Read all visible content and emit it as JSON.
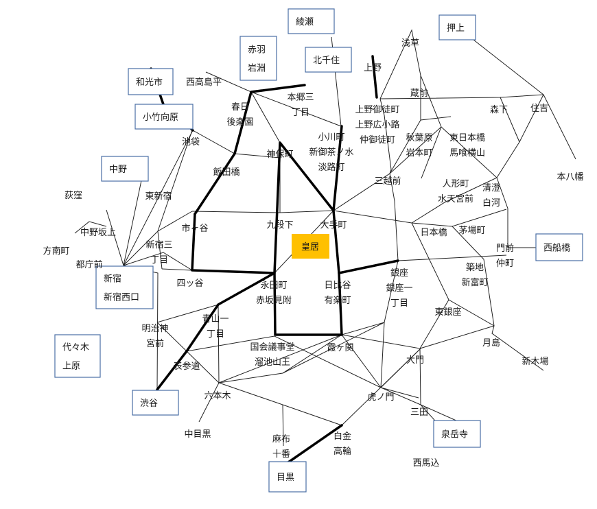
{
  "palace": {
    "label": "皇居",
    "color": "#FFC000"
  },
  "colors": {
    "box_border": "#4a6fa5",
    "line": "#222222",
    "thick_line": "#000000"
  },
  "boxed_stations": [
    {
      "id": "wakoshi",
      "lines": [
        "和光市"
      ]
    },
    {
      "id": "kotakemukaihara",
      "lines": [
        "小竹向原"
      ]
    },
    {
      "id": "akabane",
      "lines": [
        "赤羽",
        "岩淵"
      ]
    },
    {
      "id": "ayase",
      "lines": [
        "綾瀬"
      ]
    },
    {
      "id": "kitasenju",
      "lines": [
        "北千住"
      ]
    },
    {
      "id": "oshiage",
      "lines": [
        "押上"
      ]
    },
    {
      "id": "nakano",
      "lines": [
        "中野"
      ]
    },
    {
      "id": "nishifunabashi",
      "lines": [
        "西船橋"
      ]
    },
    {
      "id": "shinjuku",
      "lines": [
        "新宿",
        "新宿西口"
      ]
    },
    {
      "id": "yoyogiuehara",
      "lines": [
        "代々木",
        "上原"
      ]
    },
    {
      "id": "shibuya",
      "lines": [
        "渋谷"
      ]
    },
    {
      "id": "sengakuji",
      "lines": [
        "泉岳寺"
      ]
    },
    {
      "id": "meguro",
      "lines": [
        "目黒"
      ]
    }
  ],
  "stations": [
    {
      "id": "nishitakashimadaira",
      "lines": [
        "西高島平"
      ]
    },
    {
      "id": "kasuga",
      "lines": [
        "春日",
        "後楽園"
      ]
    },
    {
      "id": "hongo",
      "lines": [
        "本郷三",
        "丁目"
      ]
    },
    {
      "id": "ueno",
      "lines": [
        "上野"
      ]
    },
    {
      "id": "asakusa",
      "lines": [
        "浅草"
      ]
    },
    {
      "id": "kuramae",
      "lines": [
        "蔵前"
      ]
    },
    {
      "id": "morishita",
      "lines": [
        "森下"
      ]
    },
    {
      "id": "sumiyoshi",
      "lines": [
        "住吉"
      ]
    },
    {
      "id": "motoyawata",
      "lines": [
        "本八幡"
      ]
    },
    {
      "id": "uenookachimachi",
      "lines": [
        "上野御徒町",
        "上野広小路",
        "仲御徒町"
      ]
    },
    {
      "id": "akihabara",
      "lines": [
        "秋葉原",
        "岩本町"
      ]
    },
    {
      "id": "higashinihombashi",
      "lines": [
        "東日本橋",
        "馬喰横山"
      ]
    },
    {
      "id": "ogawamachi",
      "lines": [
        "小川町",
        "新御茶ノ水",
        "淡路町"
      ]
    },
    {
      "id": "jimbocho",
      "lines": [
        "神保町"
      ]
    },
    {
      "id": "ikebukuro",
      "lines": [
        "池袋"
      ]
    },
    {
      "id": "iidabashi",
      "lines": [
        "飯田橋"
      ]
    },
    {
      "id": "ogikubo",
      "lines": [
        "荻窪"
      ]
    },
    {
      "id": "higashishinjuku",
      "lines": [
        "東新宿"
      ]
    },
    {
      "id": "nakanosakaue",
      "lines": [
        "中野坂上"
      ]
    },
    {
      "id": "honancho",
      "lines": [
        "方南町"
      ]
    },
    {
      "id": "tochomae",
      "lines": [
        "都庁前"
      ]
    },
    {
      "id": "shinjukusanchome",
      "lines": [
        "新宿三",
        "丁目"
      ]
    },
    {
      "id": "ichigaya",
      "lines": [
        "市ヶ谷"
      ]
    },
    {
      "id": "kudanshita",
      "lines": [
        "九段下"
      ]
    },
    {
      "id": "otemachi",
      "lines": [
        "大手町"
      ]
    },
    {
      "id": "mitsukoshimae",
      "lines": [
        "三越前"
      ]
    },
    {
      "id": "ningyocho",
      "lines": [
        "人形町",
        "水天宮前"
      ]
    },
    {
      "id": "kiyosumi",
      "lines": [
        "清澄",
        "白河"
      ]
    },
    {
      "id": "nihombashi",
      "lines": [
        "日本橋"
      ]
    },
    {
      "id": "kayabacho",
      "lines": [
        "茅場町"
      ]
    },
    {
      "id": "monzennakacho",
      "lines": [
        "門前",
        "仲町"
      ]
    },
    {
      "id": "yotsuya",
      "lines": [
        "四ッ谷"
      ]
    },
    {
      "id": "nagatacho",
      "lines": [
        "永田町",
        "赤坂見附"
      ]
    },
    {
      "id": "hibiya",
      "lines": [
        "日比谷",
        "有楽町"
      ]
    },
    {
      "id": "ginza",
      "lines": [
        "銀座",
        "銀座一",
        "丁目"
      ]
    },
    {
      "id": "tsukiji",
      "lines": [
        "築地",
        "新富町"
      ]
    },
    {
      "id": "higashiginza",
      "lines": [
        "東銀座"
      ]
    },
    {
      "id": "aoyama",
      "lines": [
        "青山一",
        "丁目"
      ]
    },
    {
      "id": "meijijingumae",
      "lines": [
        "明治神",
        "宮前"
      ]
    },
    {
      "id": "omotesando",
      "lines": [
        "表参道"
      ]
    },
    {
      "id": "kokkaigijidomae",
      "lines": [
        "国会議事堂",
        "溜池山王"
      ]
    },
    {
      "id": "kasumigaseki",
      "lines": [
        "霞ヶ関"
      ]
    },
    {
      "id": "tsukishima",
      "lines": [
        "月島"
      ]
    },
    {
      "id": "shinkiba",
      "lines": [
        "新木場"
      ]
    },
    {
      "id": "daimon",
      "lines": [
        "大門"
      ]
    },
    {
      "id": "roppongi",
      "lines": [
        "六本木"
      ]
    },
    {
      "id": "toranomon",
      "lines": [
        "虎ノ門"
      ]
    },
    {
      "id": "mita",
      "lines": [
        "三田"
      ]
    },
    {
      "id": "nakameguro",
      "lines": [
        "中目黒"
      ]
    },
    {
      "id": "azabujuban",
      "lines": [
        "麻布",
        "十番"
      ]
    },
    {
      "id": "shirokanetakanawa",
      "lines": [
        "白金",
        "高輪"
      ]
    },
    {
      "id": "nishimagome",
      "lines": [
        "西馬込"
      ]
    }
  ]
}
